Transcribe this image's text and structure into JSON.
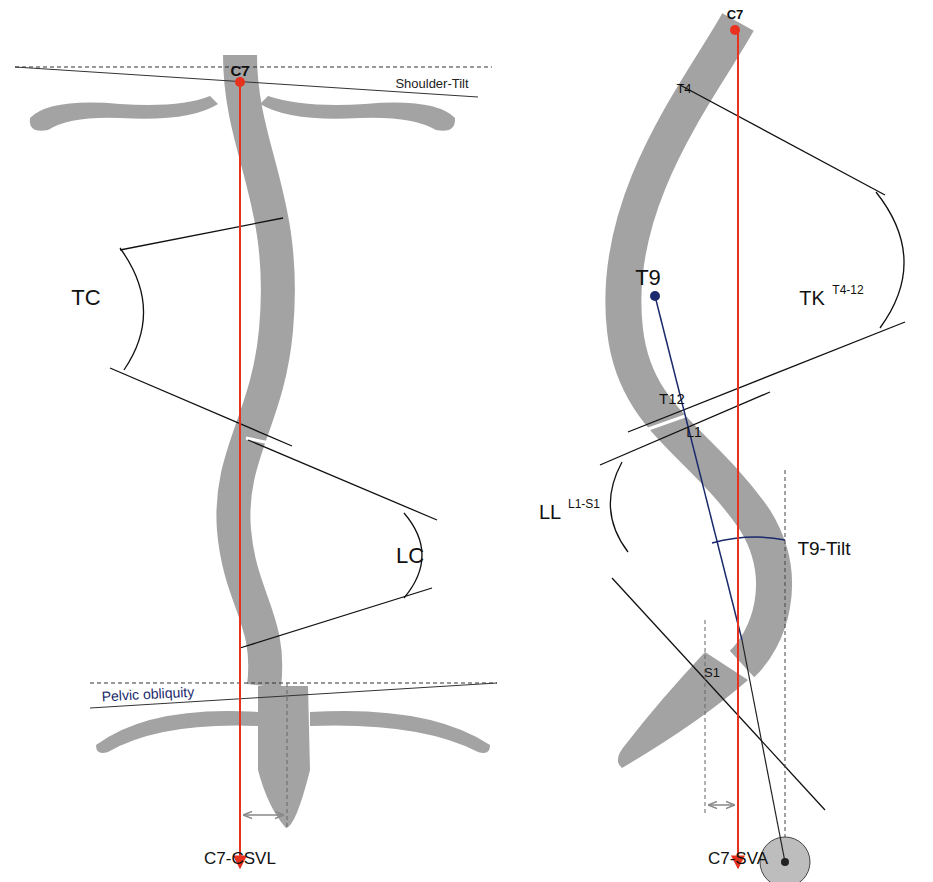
{
  "diagram": {
    "labels": [
      "C7",
      "Shoulder-Tilt",
      "TC",
      "LC",
      "Pelvic obliquity",
      "C7-CSVL",
      "C7",
      "T4",
      "TK",
      "T4-12",
      "T9",
      "T12",
      "L1",
      "LL",
      "L1-S1",
      "T9-Tilt",
      "S1",
      "C7-SVA"
    ]
  }
}
